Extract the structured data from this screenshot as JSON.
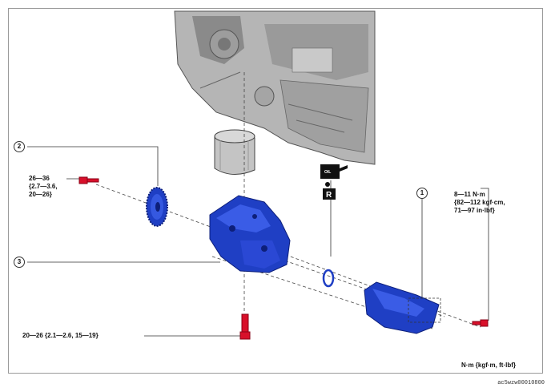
{
  "callouts": {
    "one": "1",
    "two": "2",
    "three": "3"
  },
  "torque": {
    "bolt_gear_line1": "26—36",
    "bolt_gear_line2": "{2.7—3.6,",
    "bolt_gear_line3": "20—26}",
    "bolt_pump_bottom": "20—26 {2.1—2.6, 15—19}",
    "bolt_right_line1": "8—11 N·m",
    "bolt_right_line2": "{82—112 kgf·cm,",
    "bolt_right_line3": "71—97 in·lbf}"
  },
  "symbols": {
    "oil_label": "OIL",
    "replace_label": "R"
  },
  "units_note": "N·m {kgf·m, ft·lbf}",
  "figure_code": "ac5wzw00010800",
  "colors": {
    "part_blue": "#1f3fc4",
    "bolt_red": "#d8102a",
    "engine_gray": "#b8b8b8"
  }
}
